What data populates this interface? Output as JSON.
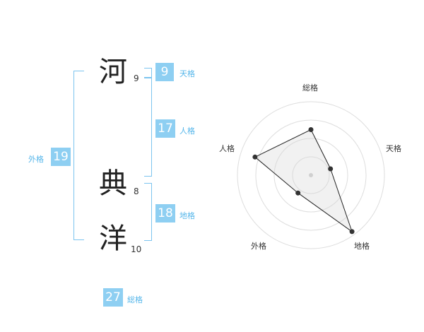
{
  "name": {
    "chars": [
      {
        "char": "河",
        "strokes": "9"
      },
      {
        "char": "典",
        "strokes": "8"
      },
      {
        "char": "洋",
        "strokes": "10"
      }
    ]
  },
  "fortune": {
    "tenkaku": {
      "value": "9",
      "label": "天格"
    },
    "jinkaku": {
      "value": "17",
      "label": "人格"
    },
    "chikaku": {
      "value": "18",
      "label": "地格"
    },
    "gaikaku": {
      "value": "19",
      "label": "外格"
    },
    "soukaku": {
      "value": "27",
      "label": "総格"
    }
  },
  "chart_data": {
    "type": "radar",
    "axes": [
      "総格",
      "天格",
      "地格",
      "外格",
      "人格"
    ],
    "values": [
      0.62,
      0.28,
      0.95,
      0.3,
      0.8
    ],
    "range": [
      0,
      1
    ],
    "rings": 4
  }
}
